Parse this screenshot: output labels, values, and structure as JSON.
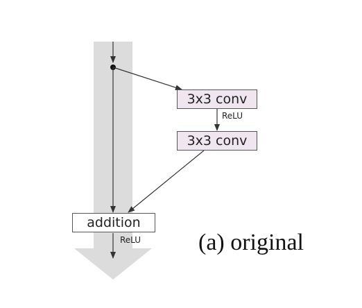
{
  "diagram": {
    "conv1_label": "3x3 conv",
    "conv2_label": "3x3 conv",
    "relu_inner": "ReLU",
    "addition_label": "addition",
    "relu_outer": "ReLU",
    "caption": "(a) original",
    "colors": {
      "shortcut_band": "#dcdcdc",
      "conv_fill": "#efe6ef",
      "stroke": "#333333"
    }
  }
}
